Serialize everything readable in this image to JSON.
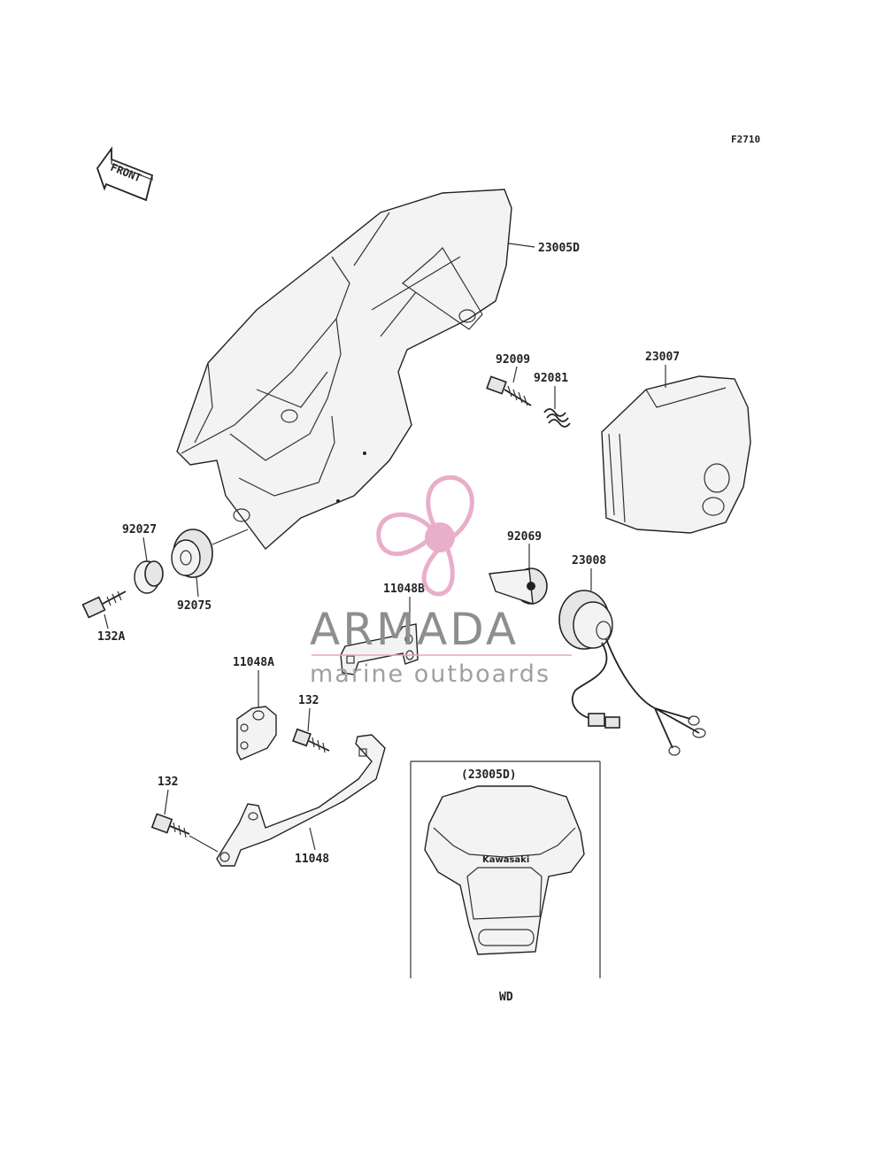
{
  "figure_code": "F2710",
  "front_arrow_label": "FRONT",
  "inset": {
    "title": "(23005D)",
    "caption": "WD",
    "brand_text": "Kawasaki"
  },
  "watermark": {
    "name": "ARMADA",
    "tagline": "marine outboards",
    "logo_color": "#e7a6c4",
    "text_color": "#8e8e8e"
  },
  "parts": [
    {
      "id": "23005D"
    },
    {
      "id": "23007"
    },
    {
      "id": "92009"
    },
    {
      "id": "92081"
    },
    {
      "id": "92027"
    },
    {
      "id": "92075"
    },
    {
      "id": "132A"
    },
    {
      "id": "92069"
    },
    {
      "id": "23008"
    },
    {
      "id": "11048B"
    },
    {
      "id": "11048A"
    },
    {
      "id": "132"
    },
    {
      "id": "132"
    },
    {
      "id": "11048"
    }
  ]
}
